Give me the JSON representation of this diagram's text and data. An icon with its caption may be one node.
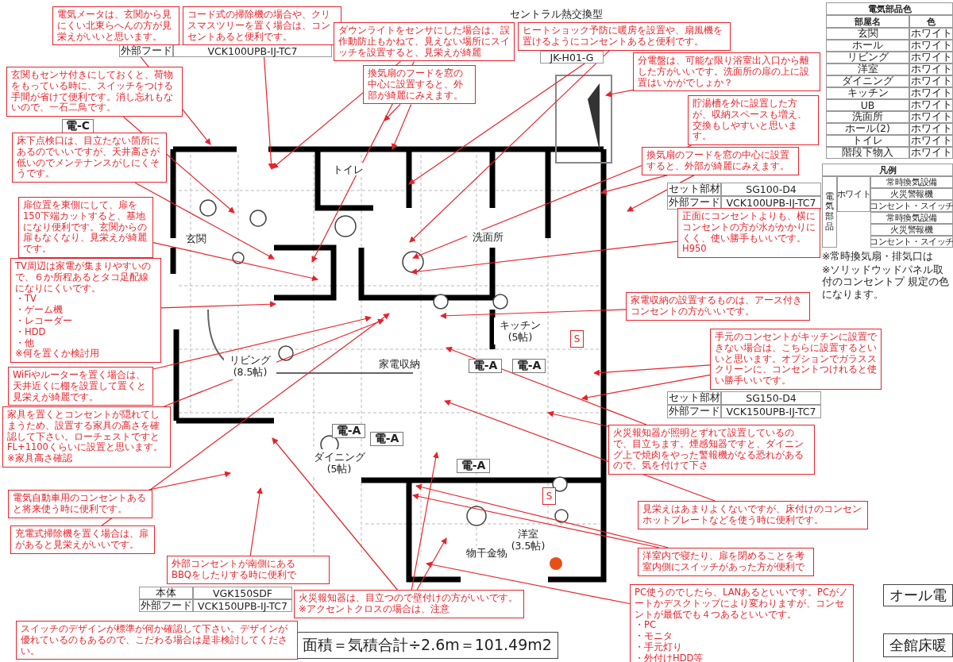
{
  "diagram": {
    "nodes": [
      {
        "text": [
          "電気メータは、玄関から見にくい北東らへんの方が見栄えがいいと思います。"
        ]
      },
      {
        "text": [
          "コード式の掃除機の場合や、クリスマスツリーを置く場合は、コンセントあると便利です。"
        ]
      },
      {
        "text": [
          "玄関もセンサ付きにしておくと、荷物をもっている時に、スイッチをつける手間が省けて便利です。消し忘れもないので、一石二鳥です。"
        ]
      },
      {
        "text": [
          "床下点検口は、目立たない箇所にあるのでいいですが、天井高さが低いのでメンテナンスがしにくそうです。"
        ]
      },
      {
        "text": [
          "扉位置を東側にして、扉を150下端カットすると、基地になり便利です。玄関からの扉もなくなり、見栄えが綺麗です。"
        ]
      },
      {
        "text": [
          "TV周辺は家電が集まりやすいので、６か所程あるとタコ足配線になりにくいです。",
          "・TV",
          "・ゲーム機",
          "・レコーダー",
          "・HDD",
          "・他",
          "※何を置くか検討用"
        ]
      },
      {
        "text": [
          "WiFiやルーターを置く場合は、天井近くに棚を設置して置くと見栄えが綺麗です。"
        ]
      },
      {
        "text": [
          "家具を置くとコンセントが隠れてしまうため、設置する家具の高さを確認して下さい。ローチェストですとFL+1100くらいに設置と思います。",
          "※家具高さ確認"
        ]
      },
      {
        "text": [
          "電気自動車用のコンセントあると将来使う時に便利です。"
        ]
      },
      {
        "text": [
          "充電式掃除機を置く場合は、扉があると見栄えがいいです。"
        ]
      },
      {
        "text": [
          "外部コンセントが南側にある",
          "BBQをしたりする時に便利で"
        ]
      },
      {
        "text": [
          "火災報知器は、目立つので壁付けの方がいいです。",
          "※アクセントクロスの場合は、注意"
        ]
      },
      {
        "text": [
          "スイッチのデザインが標準が何か確認して下さい。デザインが優れているのもあるので、こだわる場合は是非検討してください。"
        ]
      },
      {
        "text": [
          "ダウンライトをセンサにした場合は、誤作動防止もかねて、見えない場所にスイッチを設置すると、見栄えが綺麗"
        ]
      },
      {
        "text": [
          "換気扇のフードを窓の中心に設置すると、外部が綺麗にみえます。"
        ]
      },
      {
        "text": [
          "ヒートショック予防に暖房を設置や、扇風機を置けるようにコンセントあると便利です。"
        ]
      },
      {
        "text": [
          "分電盤は、可能な限り浴室出入口から離した方がいいです。洗面所の扉の上に設置はいかがでしょか？"
        ]
      },
      {
        "text": [
          "貯湯槽を外に設置した方が、収納スペースも増え、交換もしやすいと思います。"
        ]
      },
      {
        "text": [
          "換気扇のフードを窓の中心に設置すると、外部が綺麗にみえます。"
        ]
      },
      {
        "text": [
          "正面にコンセントよりも、横にコンセントの方が水がかかりにくく、使い勝手もいいです。",
          "H950"
        ]
      },
      {
        "text": [
          "家電収納の設置するものは、アース付きコンセントの方がいいです。"
        ]
      },
      {
        "text": [
          "手元のコンセントがキッチンに設置できない場合は、こちらに設置するといいと思います。オプションでガラススクリーンに、コンセントつけれると使い勝手いいです。"
        ]
      },
      {
        "text": [
          "火災報知器が照明とずれて設置しているので、目立ちます。煙感知器ですと、ダイニング上で焼肉をやった警報機がなる恐れがあるので、気を付けて下さ"
        ]
      },
      {
        "text": [
          "見栄えはあまりよくないですが、床付けのコンセン",
          "ホットプレートなどを使う時に便利です。"
        ]
      },
      {
        "text": [
          "洋室内で寝たり、扉を閉めることを考",
          "室内側にスイッチがあった方が便利で"
        ]
      },
      {
        "text": [
          "PC使うのでしたら、LANあるといいです。PCがノートかデスクトップにより変わりますが、コンセントが最低でも４つあるといいです。",
          "・PC",
          "・モニタ",
          "・手元灯り",
          "・外付けHDD等"
        ]
      }
    ],
    "edges": [
      {
        "from": 0,
        "to": null,
        "arrow": "to"
      },
      {
        "from": 1,
        "to": null,
        "arrow": "to"
      },
      {
        "from": 2,
        "to": null,
        "arrow": "to"
      },
      {
        "from": 3,
        "to": null,
        "arrow": "to"
      },
      {
        "from": 4,
        "to": null,
        "arrow": "to"
      },
      {
        "from": 5,
        "to": null,
        "arrow": "to"
      },
      {
        "from": 6,
        "to": null,
        "arrow": "to"
      },
      {
        "from": 7,
        "to": null,
        "arrow": "to"
      },
      {
        "from": 8,
        "to": null,
        "arrow": "to"
      },
      {
        "from": 9,
        "to": null,
        "arrow": "to"
      },
      {
        "from": 10,
        "to": null,
        "arrow": "to"
      },
      {
        "from": 11,
        "to": null,
        "arrow": "to"
      },
      {
        "from": 11,
        "to": null,
        "arrow": "to"
      },
      {
        "from": 11,
        "to": null,
        "arrow": "to"
      },
      {
        "from": 13,
        "to": null,
        "arrow": "to"
      },
      {
        "from": 13,
        "to": null,
        "arrow": "to"
      },
      {
        "from": 14,
        "to": null,
        "arrow": "to"
      },
      {
        "from": 14,
        "to": null,
        "arrow": "to"
      },
      {
        "from": 15,
        "to": null,
        "arrow": "to"
      },
      {
        "from": 15,
        "to": null,
        "arrow": "to"
      },
      {
        "from": 16,
        "to": null,
        "arrow": "to"
      },
      {
        "from": 17,
        "to": null,
        "arrow": "to"
      },
      {
        "from": 18,
        "to": null,
        "arrow": "to"
      },
      {
        "from": 18,
        "to": null,
        "arrow": "to"
      },
      {
        "from": 19,
        "to": null,
        "arrow": "to"
      },
      {
        "from": 20,
        "to": null,
        "arrow": "to"
      },
      {
        "from": 21,
        "to": null,
        "arrow": "to"
      },
      {
        "from": 21,
        "to": null,
        "arrow": "to"
      },
      {
        "from": 22,
        "to": null,
        "arrow": "to"
      },
      {
        "from": 22,
        "to": null,
        "arrow": "to"
      },
      {
        "from": 23,
        "to": null,
        "arrow": "to"
      },
      {
        "from": 24,
        "to": null,
        "arrow": "to"
      },
      {
        "from": 24,
        "to": null,
        "arrow": "to"
      },
      {
        "from": 25,
        "to": null,
        "arrow": "to"
      }
    ],
    "labels": [
      "外部フード",
      "VCK100UPB-IJ-TC7",
      "セントラル熱交換型",
      "JK-H01-G",
      "電気部品色",
      "部屋名",
      "色",
      "玄関",
      "ホワイト",
      "ホール",
      "ホワイト",
      "リビング",
      "ホワイト",
      "洋室",
      "ホワイト",
      "ダイニング",
      "ホワイト",
      "キッチン",
      "ホワイト",
      "UB",
      "ホワイト",
      "洗面所",
      "ホワイト",
      "ホール(2)",
      "ホワイト",
      "トイレ",
      "ホワイト",
      "階段下物入",
      "ホワイト",
      "電-C",
      "玄関",
      "トイレ",
      "洗面所",
      "凡例",
      "電気部品",
      "ホワイト",
      "常時換気設備",
      "火災警報機",
      "コンセント・スイッチ",
      "常時換気設備",
      "火災警報機",
      "コンセント・スイッチ",
      "※常時換気扇・排気口は",
      "※ソリッドウッドパネル取付のコンセントプ 規定の色になります。",
      "セット部材",
      "SG100-D4",
      "外部フード",
      "VCK100UPB-IJ-TC7",
      "キッチン (5帖)",
      "リビング (8.5帖)",
      "家電収納",
      "電-A",
      "電-A",
      "セット部材",
      "SG150-D4",
      "外部フード",
      "VCK150UPB-IJ-TC7",
      "電-A",
      "電-A",
      "ダイニング (5帖)",
      "電-A",
      "物干金物",
      "洋室 (3.5帖)",
      "本体",
      "VGK150SDF",
      "外部フード",
      "VCK150UPB-IJ-TC7",
      "面積＝気積合計÷2.6m＝101.49m2",
      "オール電",
      "全館床暖",
      "S",
      "S"
    ]
  }
}
